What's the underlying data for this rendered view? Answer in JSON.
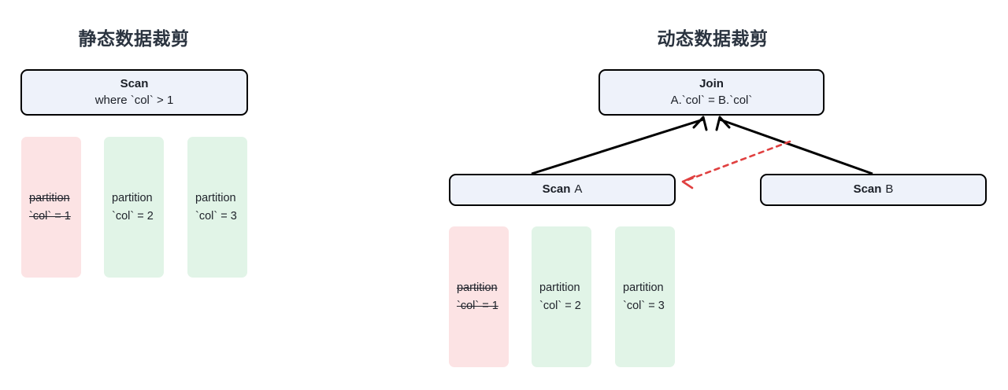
{
  "panels": {
    "left": {
      "title": "静态数据裁剪",
      "node": {
        "line1": "Scan",
        "line2": "where `col` > 1"
      },
      "partitions": [
        {
          "line1": "partition",
          "line2": "`col` = 1",
          "state": "pruned"
        },
        {
          "line1": "partition",
          "line2": "`col` = 2",
          "state": "kept"
        },
        {
          "line1": "partition",
          "line2": "`col` = 3",
          "state": "kept"
        }
      ]
    },
    "right": {
      "title": "动态数据裁剪",
      "join": {
        "line1": "Join",
        "line2": "A.`col` = B.`col`"
      },
      "scan_a": {
        "line1": "Scan",
        "line2": "A"
      },
      "scan_b": {
        "line1": "Scan",
        "line2": "B"
      },
      "partitions": [
        {
          "line1": "partition",
          "line2": "`col` = 1",
          "state": "pruned"
        },
        {
          "line1": "partition",
          "line2": "`col` = 2",
          "state": "kept"
        },
        {
          "line1": "partition",
          "line2": "`col` = 3",
          "state": "kept"
        }
      ]
    }
  },
  "colors": {
    "node_fill": "#eef2fa",
    "node_border": "#000000",
    "partition_pruned": "#fce3e4",
    "partition_kept": "#e1f4e7",
    "edge_solid": "#000000",
    "edge_dashed": "#e04040",
    "title": "#2b3440",
    "background": "#ffffff"
  },
  "edges": [
    {
      "name": "scan-a-to-join",
      "style": "solid",
      "arrow": "up"
    },
    {
      "name": "scan-b-to-join",
      "style": "solid",
      "arrow": "up"
    },
    {
      "name": "scan-b-to-scan-a-dynamic-filter",
      "style": "dashed",
      "arrow": "left"
    }
  ]
}
